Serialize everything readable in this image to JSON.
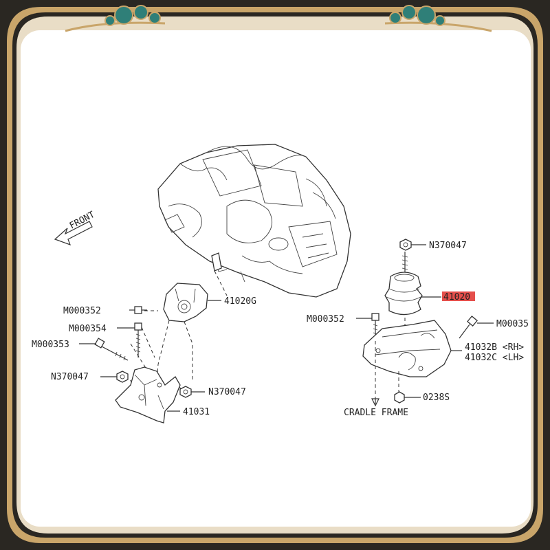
{
  "colors": {
    "frame_gold": "#c9a56a",
    "frame_dark": "#2a2722",
    "paper": "#ffffff",
    "highlight": "#e0302c",
    "ornament_teal": "#2f7f78"
  },
  "direction_label": "FRONT",
  "left_assembly": {
    "labels": {
      "m000352": "M000352",
      "m000354": "M000354",
      "m000353": "M000353",
      "n370047_left": "N370047",
      "n370047_right": "N370047",
      "part_41020g": "41020G",
      "part_41031": "41031"
    }
  },
  "right_assembly": {
    "labels": {
      "n370047_top": "N370047",
      "part_41020": "41020",
      "m000352": "M000352",
      "m00035_cut": "M00035",
      "part_41032b": "41032B <RH>",
      "part_41032c": "41032C <LH>",
      "part_0238s": "0238S",
      "cradle_frame": "CRADLE FRAME"
    }
  }
}
